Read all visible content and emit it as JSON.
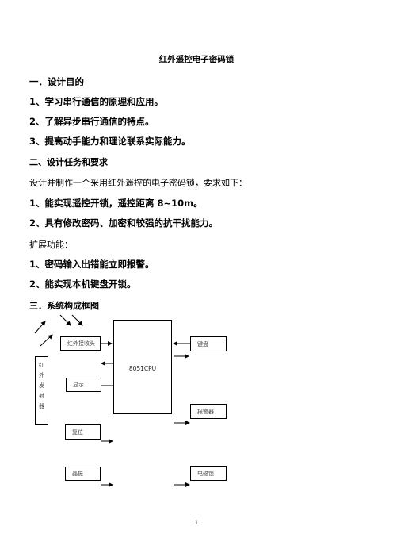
{
  "doc": {
    "title": "红外遥控电子密码锁",
    "lines": [
      "一．设计目的",
      "1、学习串行通信的原理和应用。",
      "2、了解异步串行通信的特点。",
      "3、提高动手能力和理论联系实际能力。",
      "二、设计任务和要求",
      "设计并制作一个采用红外遥控的电子密码锁，要求如下：",
      "1、能实现遥控开锁，遥控距离 8~10m。",
      "2、具有修改密码、加密和较强的抗干扰能力。",
      "扩展功能：",
      "1、密码输入出错能立即报警。",
      "2、能实现本机键盘开锁。",
      "三．系统构成框图"
    ],
    "page_number": "1"
  },
  "diagram": {
    "cpu_label": "8051CPU",
    "ir_transmitter_chars": [
      "红",
      "外",
      "发",
      "射",
      "器"
    ],
    "ir_receiver": "红外接收头",
    "display": "显示",
    "reset": "复位",
    "crystal": "晶振",
    "keyboard": "键盘",
    "alarm": "报警器",
    "magnetic_lock": "电磁锁"
  }
}
